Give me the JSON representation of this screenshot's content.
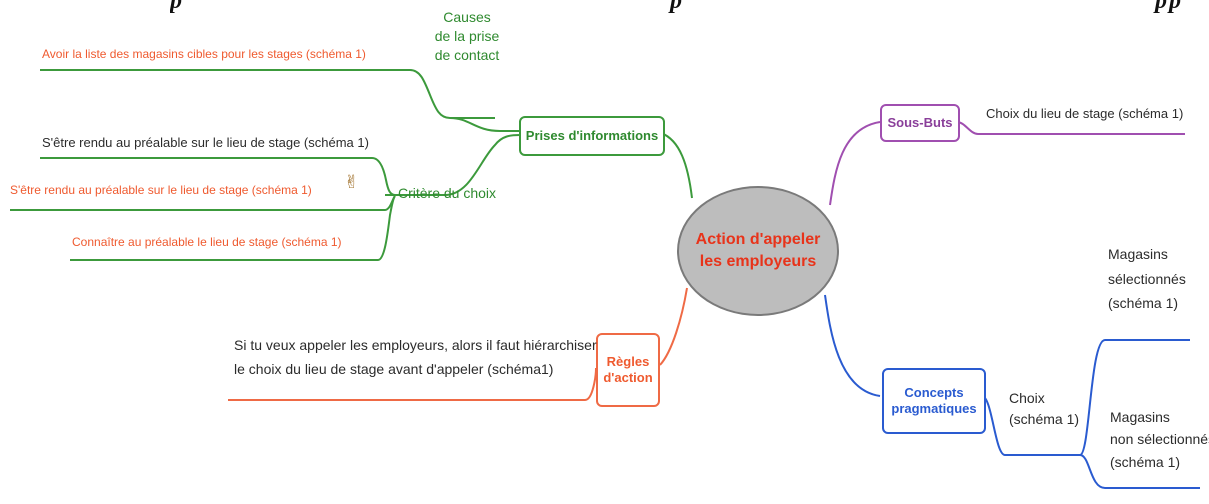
{
  "header": {
    "left_fragment": "p",
    "mid_fragment": "p",
    "right_fragment": "pp"
  },
  "hub": {
    "label": "Action d'appeler les employeurs"
  },
  "left": {
    "prises": {
      "label": "Prises d'informations"
    },
    "causes": {
      "label_l1": "Causes",
      "label_l2": "de la prise",
      "label_l3": "de contact",
      "item": "Avoir la liste des magasins cibles pour les stages (schéma 1)"
    },
    "critere": {
      "label": "Critère du choix",
      "items": [
        "S'être rendu au préalable sur le lieu de stage (schéma 1)",
        "S'être rendu au préalable sur le lieu de stage (schéma 1)",
        "Connaître au préalable le lieu de stage (schéma 1)"
      ]
    },
    "regles": {
      "label_l1": "Règles",
      "label_l2": "d'action",
      "item_l1": "Si tu veux appeler les employeurs, alors il faut hiérarchiser",
      "item_l2": "le choix du lieu de stage avant d'appeler (schéma1)"
    }
  },
  "right": {
    "sousbuts": {
      "label": "Sous-Buts",
      "item": "Choix du lieu de stage (schéma 1)"
    },
    "concepts": {
      "label_l1": "Concepts",
      "label_l2": "pragmatiques",
      "choix_l1": "Choix",
      "choix_l2": "(schéma 1)",
      "sel": [
        "Magasins",
        "sélectionnés",
        "(schéma 1)"
      ],
      "nonsel": [
        "Magasins",
        "non sélectionnés",
        "(schéma 1)"
      ]
    }
  },
  "colors": {
    "green": "#2f8a2f",
    "orange": "#ef5a2f",
    "purple": "#8a3f9a",
    "blue": "#2a5bd0",
    "hub_fill": "#bdbdbd"
  }
}
